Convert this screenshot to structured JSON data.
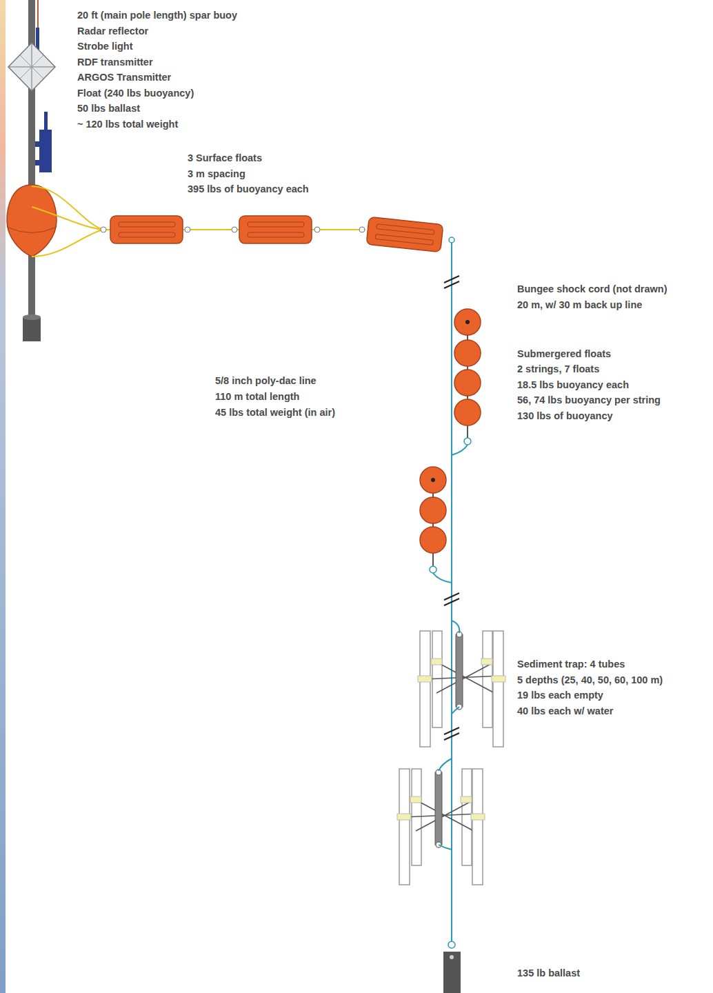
{
  "diagram": {
    "labels": [
      "20 ft (main pole length) spar buoy",
      "Radar reflector",
      "Strobe light",
      "RDF transmitter",
      "ARGOS Transmitter",
      "Float (240 lbs buoyancy)",
      "50 lbs ballast",
      "~ 120 lbs total weight",
      "3 Surface floats",
      "3 m spacing",
      "395 lbs of buoyancy each",
      "Bungee shock cord (not drawn)",
      "20 m, w/ 30 m back up line",
      "Submergered floats",
      "2 strings, 7 floats",
      "18.5 lbs buoyancy each",
      "56, 74 lbs buoyancy per string",
      "130 lbs of buoyancy",
      "5/8 inch poly-dac line",
      "110 m total length",
      "45 lbs total weight (in air)",
      "Sediment trap: 4 tubes",
      "5 depths (25, 40, 50, 60, 100 m)",
      "19 lbs each empty",
      "40 lbs each  w/ water",
      "135 lb ballast"
    ]
  }
}
